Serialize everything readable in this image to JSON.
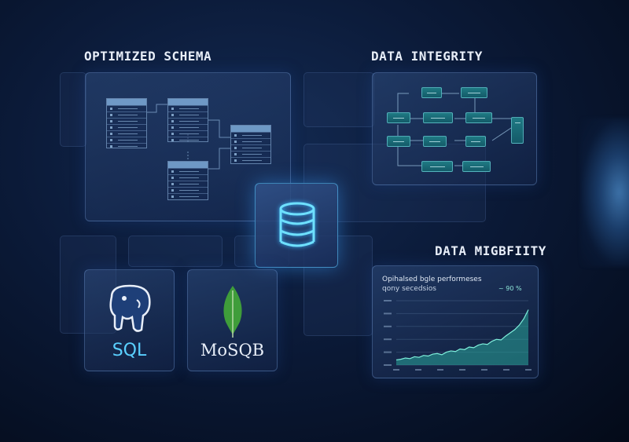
{
  "headings": {
    "schema": "OPTIMIZED SCHEMA",
    "integrity": "DATA INTEGRITY",
    "migration": "DATA MIGBFIITY"
  },
  "chart_data": {
    "type": "area",
    "title": "Opihalsed bgle performeses",
    "subtitle": "qony secedsios",
    "badge": "~ 90 %",
    "x": [
      0,
      1,
      2,
      3,
      4,
      5,
      6,
      7,
      8,
      9,
      10,
      11,
      12,
      13,
      14,
      15,
      16,
      17,
      18,
      19,
      20,
      21,
      22,
      23,
      24,
      25,
      26,
      27,
      28,
      29
    ],
    "values": [
      8,
      9,
      11,
      10,
      13,
      12,
      15,
      14,
      17,
      18,
      16,
      20,
      22,
      21,
      25,
      24,
      28,
      27,
      31,
      33,
      32,
      37,
      40,
      39,
      45,
      50,
      55,
      62,
      72,
      86
    ],
    "ylim": [
      0,
      100
    ],
    "grid": true
  },
  "logos": {
    "sql": "SQL",
    "mongo": "MoSQB"
  },
  "colors": {
    "accent_cyan": "#5ad8ff",
    "node_teal": "#1f7a84",
    "leaf_green": "#3f9d3a",
    "chart_fill": "#2aa59a"
  },
  "icons": {
    "center": "database-icon",
    "sql": "elephant-icon",
    "mongo": "leaf-icon"
  }
}
